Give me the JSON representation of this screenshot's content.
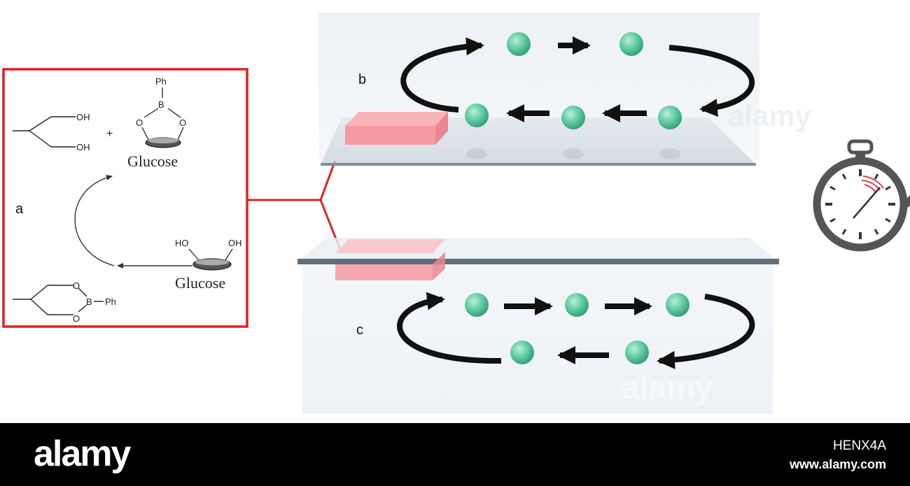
{
  "panel_a": {
    "label": "a",
    "oh_top": "OH",
    "oh_bottom": "OH",
    "plus": "+",
    "ph_top": "Ph",
    "boron_top": "B",
    "o_left": "O",
    "o_right": "O",
    "glucose_top": "Glucose",
    "ho": "HO",
    "oh_right": "OH",
    "glucose_bottom": "Glucose",
    "o_ring_top": "O",
    "o_ring_bottom": "O",
    "boron_bottom": "B",
    "ph_bottom": "Ph",
    "frame_color": "#e02020"
  },
  "panel_b": {
    "label": "b"
  },
  "panel_c": {
    "label": "c"
  },
  "colors": {
    "bead": "#5bc8a0",
    "pad": "#f59aa3",
    "slab": "#eef2f6",
    "glass": "#8fa4b2",
    "stopwatch": "#555555"
  },
  "icons": {
    "stopwatch": "stopwatch-icon"
  },
  "watermark": {
    "brand": "alamy",
    "image_id": "HENX4A",
    "url": "www.alamy.com"
  }
}
